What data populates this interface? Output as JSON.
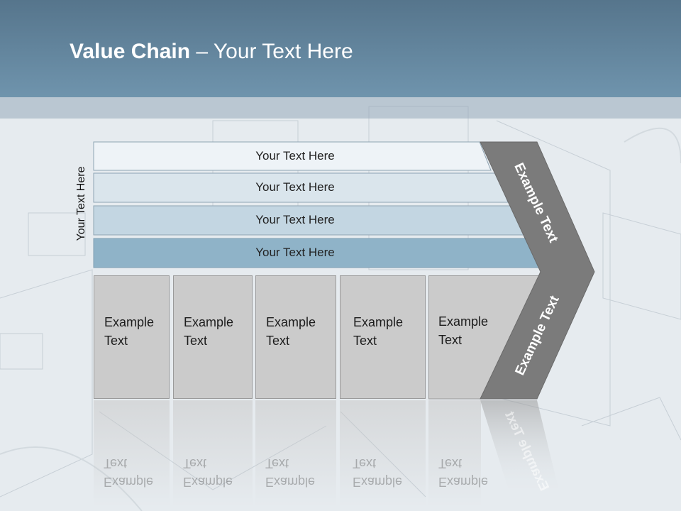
{
  "title": {
    "bold": "Value Chain",
    "rest": " – Your Text Here"
  },
  "side_label": "Your Text Here",
  "rows": [
    {
      "label": "Your Text Here",
      "fill": "#eef3f7"
    },
    {
      "label": "Your Text Here",
      "fill": "#dae5ec"
    },
    {
      "label": "Your Text Here",
      "fill": "#c3d6e2"
    },
    {
      "label": "Your Text Here",
      "fill": "#8fb3c8"
    }
  ],
  "boxes": [
    {
      "line1": "Example",
      "line2": "Text"
    },
    {
      "line1": "Example",
      "line2": "Text"
    },
    {
      "line1": "Example",
      "line2": "Text"
    },
    {
      "line1": "Example",
      "line2": "Text"
    },
    {
      "line1": "Example",
      "line2": "Text"
    }
  ],
  "chevron_upper_label": "Example Text",
  "chevron_lower_label": "Example Text",
  "colors": {
    "header": "#6a8ea8",
    "chevron": "#7b7b7b",
    "box": "#cbcbcb"
  }
}
